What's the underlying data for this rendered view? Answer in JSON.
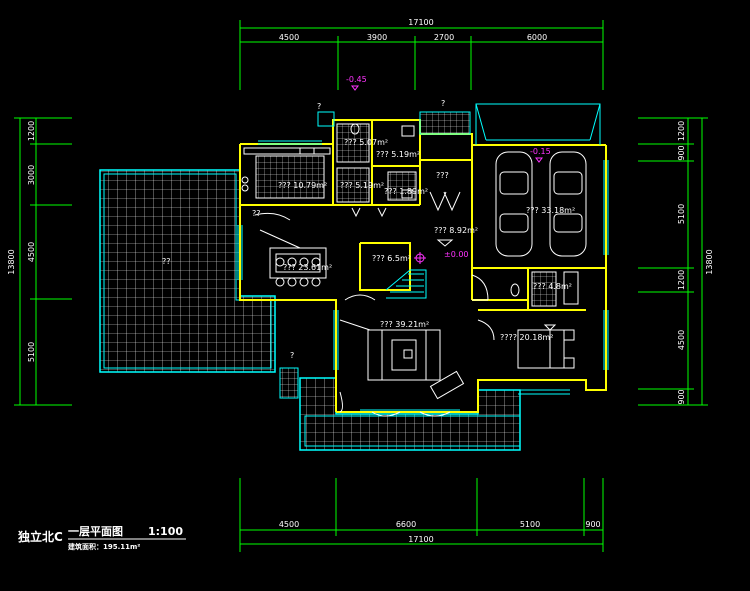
{
  "drawing": {
    "title": "一层平面图",
    "scale": "1:100",
    "project": "独立北C",
    "area_label": "建筑面积：195.11m²"
  },
  "dimensions": {
    "top_total": "17100",
    "top_segments": [
      "4500",
      "3900",
      "2700",
      "6000"
    ],
    "bottom_total": "17100",
    "bottom_segments": [
      "4500",
      "6600",
      "5100",
      "900"
    ],
    "left_total": "13800",
    "left_segments": [
      "1200",
      "3000",
      "4500",
      "5100"
    ],
    "right_total": "13800",
    "right_segments": [
      "1200",
      "900",
      "5100",
      "1200",
      "4500",
      "900"
    ]
  },
  "levels": {
    "entry": "-0.45",
    "garage": "-0.15",
    "stair": "±0.00"
  },
  "rooms": {
    "kitchen": "??? 10.79m²",
    "toilet_a": "??? 5.07m²",
    "toilet_b": "??? 5.19m²",
    "storage_a": "??? 5.19m²",
    "storage_b": "??? 1.89m²",
    "corridor": "???",
    "dining": "??? 23.61m²",
    "stair_room": "??? 6.5m²",
    "foyer": "??? 8.92m²",
    "garage": "??? 33.18m²",
    "bath": "??? 4.8m²",
    "living": "??? 39.21m²",
    "bedroom": "???? 20.18m²",
    "terrace": "??",
    "small_a": "??",
    "small_b": "?",
    "small_c": "?",
    "small_d": "?"
  }
}
